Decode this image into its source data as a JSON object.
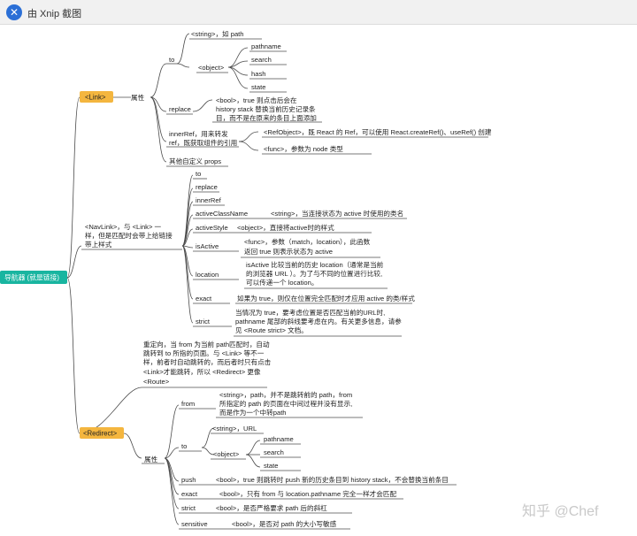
{
  "window": {
    "title": "由 Xnip 截图"
  },
  "watermark": "知乎 @Chef",
  "root": {
    "label": "导航器 (就是链接)",
    "color": "#19b5a0"
  },
  "link": {
    "label": "<Link>",
    "color": "#f4b63f",
    "attr_label": "属性",
    "to": {
      "label": "to",
      "string": "<string>，如 path",
      "object": "<object>",
      "object_keys": [
        "pathname",
        "search",
        "hash",
        "state"
      ]
    },
    "replace": {
      "label": "replace",
      "desc": [
        "<bool>，true 则点击后会在",
        "history stack 替换当前历史记录条",
        "目，而不是在原来的条目上面添加"
      ]
    },
    "innerref": {
      "label": [
        "innerRef，用来转发",
        "ref，既获取组件的引用"
      ],
      "refobject": "<RefObject>，既 React 的 Ref，可以使用 React.createRef()、useRef() 创建",
      "func": "<func>，参数为 node 类型"
    },
    "other": "其他自定义 props"
  },
  "navlink": {
    "label": [
      "<NavLink>，与 <Link> 一",
      "样，但是匹配时会带上给链接",
      "带上样式"
    ],
    "to": "to",
    "replace": "replace",
    "innerref": "innerRef",
    "activeclassname": {
      "label": "activeClassName",
      "desc": "<string>，当连接状态为 active 时使用的类名"
    },
    "activestyle": {
      "label": "activeStyle",
      "desc": "<object>，直接将active时的样式"
    },
    "isactive": {
      "label": "isActive",
      "desc": [
        "<func>，参数（match，location），此函数",
        "返回 true 则表示状态为 active"
      ]
    },
    "location": {
      "label": "location",
      "desc": [
        "isActive 比较当前的历史 location（通常是当前",
        "的浏览器 URL ）。为了与不同的位置进行比较,",
        "可以传递一个 location。"
      ]
    },
    "exact": {
      "label": "exact",
      "desc": "如果为 true，则仅在位置完全匹配时才应用 active 的类/样式"
    },
    "strict": {
      "label": "strict",
      "desc": [
        "当情况为 true，要考虑位置是否匹配当前的URL时,",
        "pathname 尾部的斜线要考虑在内。有关更多信息，请参",
        "见 <Route strict> 文档。"
      ]
    }
  },
  "redirect": {
    "label": "<Redirect>",
    "color": "#f4b63f",
    "desc": [
      "重定向，当 from 为当前 path匹配时，自动",
      "跳转到 to 所指的页面。与 <Link> 等不一",
      "样，前者时自动跳转的，而后者时只有点击",
      "<Link>才能跳转，所以 <Redirect> 更像",
      "<Route>"
    ],
    "attr_label": "属性",
    "from": {
      "label": "from",
      "desc": [
        "<string>，path，并不是跳转前的 path，from",
        "所指定的 path 的页面在中间过程并没有显示,",
        "而是作为一个中转path"
      ]
    },
    "to": {
      "label": "to",
      "string": "<string>，URL",
      "object": "<object>",
      "object_keys": [
        "pathname",
        "search",
        "state"
      ]
    },
    "push": {
      "label": "push",
      "desc": "<bool>，true 则跳转时 push 新的历史条目到 history stack，不会替换当前条目"
    },
    "exact": {
      "label": "exact",
      "desc": "<bool>，只有 from 与 location.pathname 完全一样才会匹配"
    },
    "strict": {
      "label": "strict",
      "desc": "<bool>，是否严格要求 path 后的斜杠"
    },
    "sensitive": {
      "label": "sensitive",
      "desc": "<bool>，是否对 path 的大小写敏感"
    }
  }
}
